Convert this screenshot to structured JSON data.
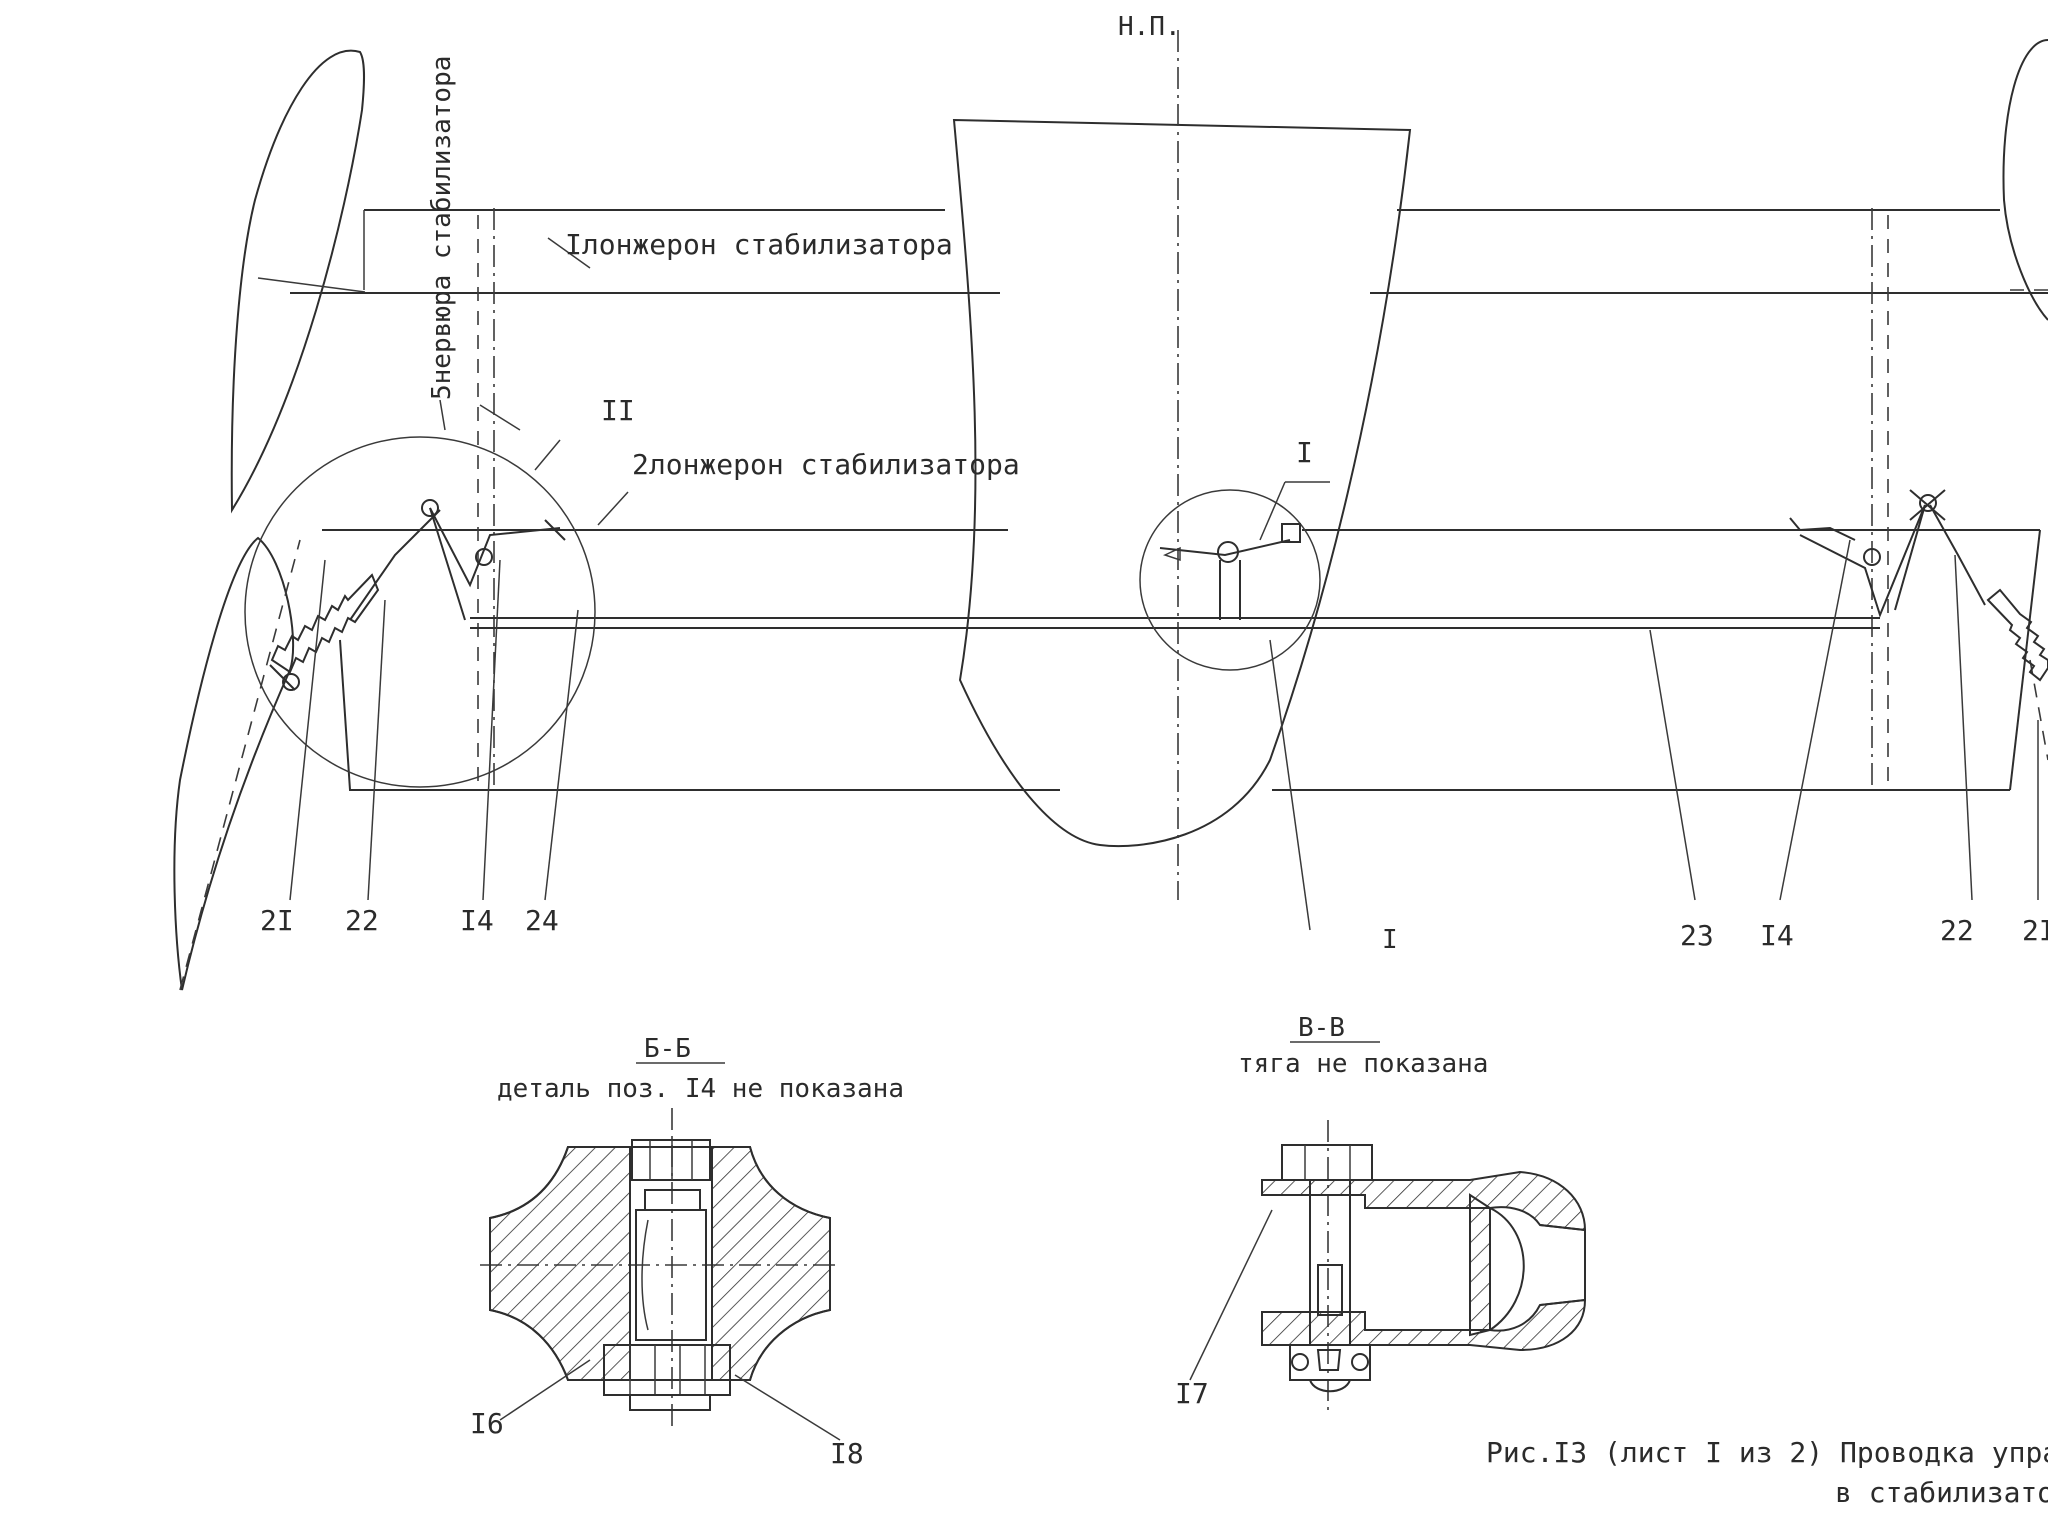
{
  "labels": {
    "axis": "Н.П.",
    "spar1": "Iлонжерон  стабилизатора",
    "spar2": "2лонжерон  стабилизатора",
    "rib5": "5нервюра  стабилизатора",
    "zone2": "II",
    "zone1": "I",
    "callout_bottom_center": "I",
    "left_callouts": [
      "2I",
      "22",
      "I4",
      "24"
    ],
    "right_callouts": [
      "23",
      "I4",
      "22",
      "2I"
    ]
  },
  "section_bb": {
    "title": "Б-Б",
    "note": "деталь поз. I4 не показана",
    "callouts": [
      "I6",
      "I8"
    ]
  },
  "section_vv": {
    "title": "В-В",
    "note": "тяга не показана",
    "callouts": [
      "I7"
    ]
  },
  "caption": {
    "line1": "Рис.I3 (лист I из 2) Проводка упра",
    "line2": "в стабилизато"
  }
}
